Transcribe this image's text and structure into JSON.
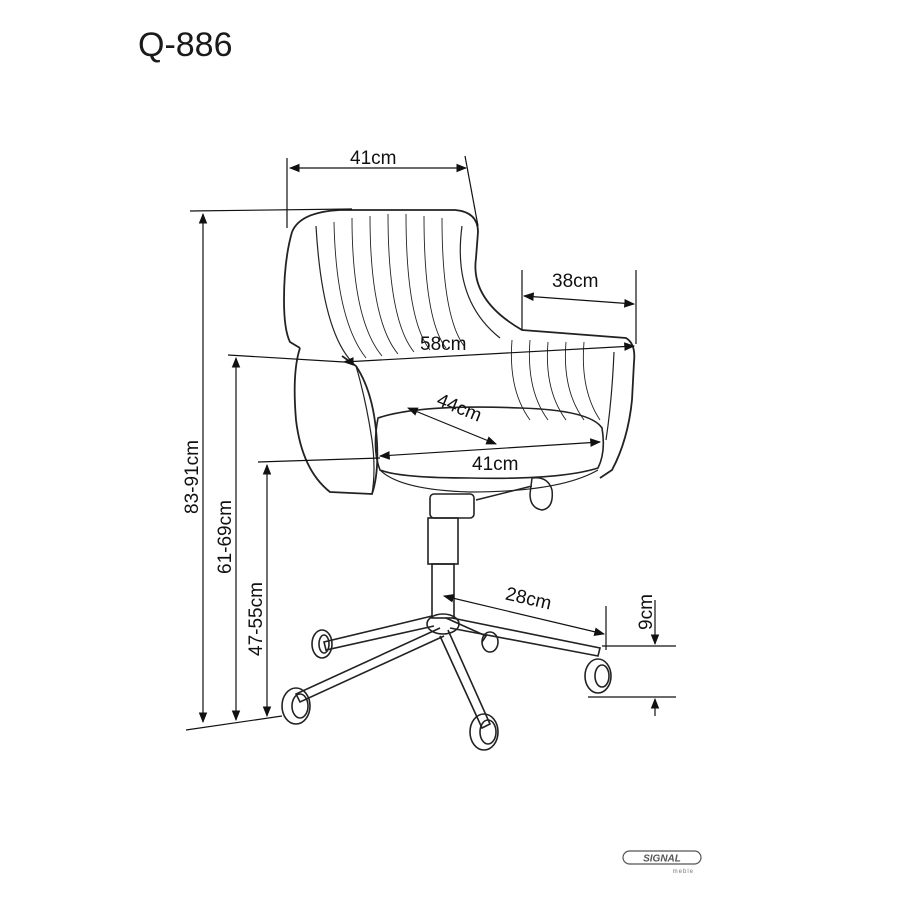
{
  "title": "Q-886",
  "dimensions": {
    "back_width": "41cm",
    "armrest_depth": "38cm",
    "total_width": "58cm",
    "seat_depth": "44cm",
    "seat_width": "41cm",
    "total_height": "83-91cm",
    "armrest_height": "61-69cm",
    "seat_height": "47-55cm",
    "base_radius": "28cm",
    "caster_height": "9cm"
  },
  "logo": {
    "brand": "SIGNAL",
    "sub": "meble"
  }
}
